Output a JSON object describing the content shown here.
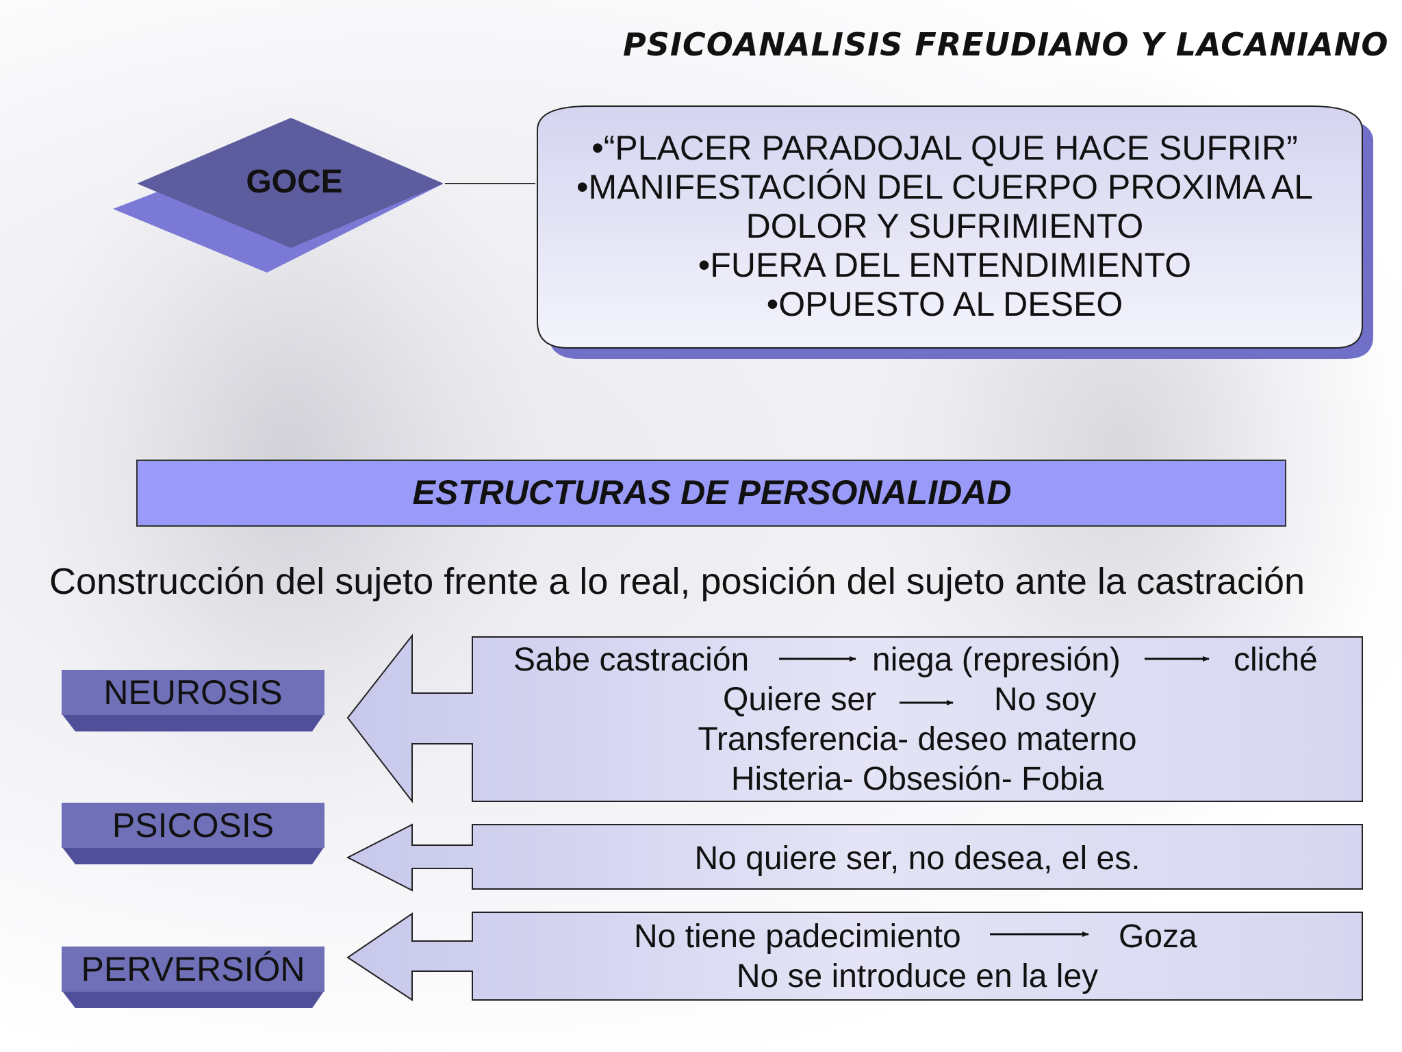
{
  "title": "PSICOANALISIS FREUDIANO Y LACANIANO",
  "goce": {
    "label": "GOCE",
    "lines": [
      "•“PLACER PARADOJAL QUE HACE SUFRIR”",
      "•MANIFESTACIÓN DEL CUERPO PROXIMA AL",
      "DOLOR Y SUFRIMIENTO",
      "•FUERA DEL ENTENDIMIENTO",
      "•OPUESTO AL DESEO"
    ]
  },
  "estructuras": {
    "banner": "ESTRUCTURAS DE PERSONALIDAD",
    "subtitle": "Construcción del sujeto frente a lo real, posición del sujeto ante la castración"
  },
  "neurosis": {
    "label": "NEUROSIS",
    "row1": [
      "Sabe castración",
      "niega (represión)",
      "cliché"
    ],
    "row2": [
      "Quiere ser",
      "No soy"
    ],
    "line3": "Transferencia- deseo materno",
    "line4": "Histeria- Obsesión- Fobia"
  },
  "psicosis": {
    "label": "PSICOSIS",
    "line1": "No quiere ser, no desea, el es."
  },
  "perversion": {
    "label": "PERVERSIÓN",
    "row1": [
      "No tiene padecimiento",
      "Goza"
    ],
    "line2": "No se introduce en la ley"
  },
  "colors": {
    "diamond_top": "#5c5c9e",
    "diamond_side": "#7a7ad6",
    "banner_fill": "#9a9af8",
    "label_box_top": "#7070b8",
    "label_box_side": "#50509a",
    "callout_fill": "#dcdcf4",
    "callout_shadow": "#7070c8"
  }
}
